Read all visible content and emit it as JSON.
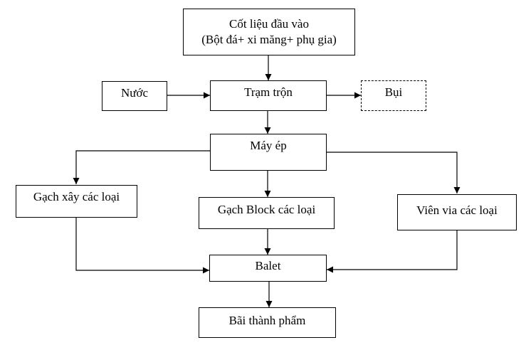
{
  "nodes": {
    "input": {
      "line1": "Cốt liệu đầu vào",
      "line2": "(Bột đá+ xi măng+ phụ gia)"
    },
    "water": {
      "label": "Nước"
    },
    "mixer": {
      "label": "Trạm trộn"
    },
    "dust": {
      "label": "Bụi"
    },
    "press": {
      "label": "Máy ép"
    },
    "brick": {
      "label": "Gạch xây các loại"
    },
    "block": {
      "label": "Gạch Block các loại"
    },
    "paver": {
      "label": "Viên via các loại"
    },
    "pallet": {
      "label": "Balet"
    },
    "yard": {
      "label": "Bãi thành phẩm"
    }
  },
  "edges": [
    {
      "from": "input",
      "to": "mixer"
    },
    {
      "from": "water",
      "to": "mixer"
    },
    {
      "from": "mixer",
      "to": "dust"
    },
    {
      "from": "mixer",
      "to": "press"
    },
    {
      "from": "press",
      "to": "brick"
    },
    {
      "from": "press",
      "to": "block"
    },
    {
      "from": "press",
      "to": "paver"
    },
    {
      "from": "brick",
      "to": "pallet"
    },
    {
      "from": "block",
      "to": "pallet"
    },
    {
      "from": "paver",
      "to": "pallet"
    },
    {
      "from": "pallet",
      "to": "yard"
    }
  ]
}
